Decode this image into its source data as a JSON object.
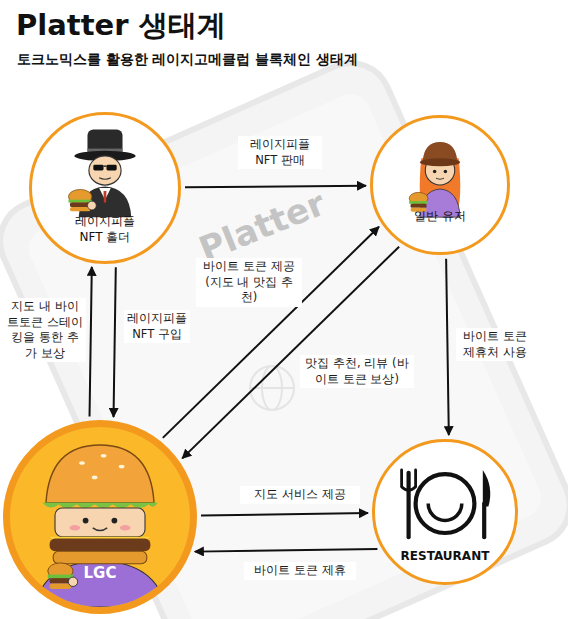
{
  "diagram": {
    "title": "Platter 생태계",
    "nodes": [
      {
        "text": [
          "레이지피플 NFT 홀더"
        ]
      },
      {
        "text": [
          "일반 유저"
        ]
      },
      {
        "text": [
          "LGC"
        ]
      },
      {
        "text": [
          "RESTAURANT"
        ]
      }
    ],
    "edges": [
      {
        "from": 0,
        "to": 1,
        "label": "레이지피플 NFT 판매",
        "arrow": "to"
      },
      {
        "from": 2,
        "to": 0,
        "label": "지도 내 바이트토큰 스테이킹을 통한 추가 보상",
        "arrow": "to"
      },
      {
        "from": 0,
        "to": 2,
        "label": "레이지피플 NFT 구입",
        "arrow": "to"
      },
      {
        "from": 2,
        "to": 1,
        "label": "바이트 토큰 제공 (지도 내 맛집 추천)",
        "arrow": "to"
      },
      {
        "from": 1,
        "to": 2,
        "label": "맛집 추천, 리뷰 (바이트 토큰 보상)",
        "arrow": "to"
      },
      {
        "from": 1,
        "to": 3,
        "label": "바이트 토큰 제휴처 사용",
        "arrow": "to"
      },
      {
        "from": 2,
        "to": 3,
        "label": "지도 서비스 제공",
        "arrow": "to"
      },
      {
        "from": 3,
        "to": 2,
        "label": "바이트 토큰 제휴",
        "arrow": "to"
      }
    ],
    "labels": [
      "토크노믹스를 활용한 레이지고메클럽 블록체인 생태계",
      "Platter"
    ]
  }
}
